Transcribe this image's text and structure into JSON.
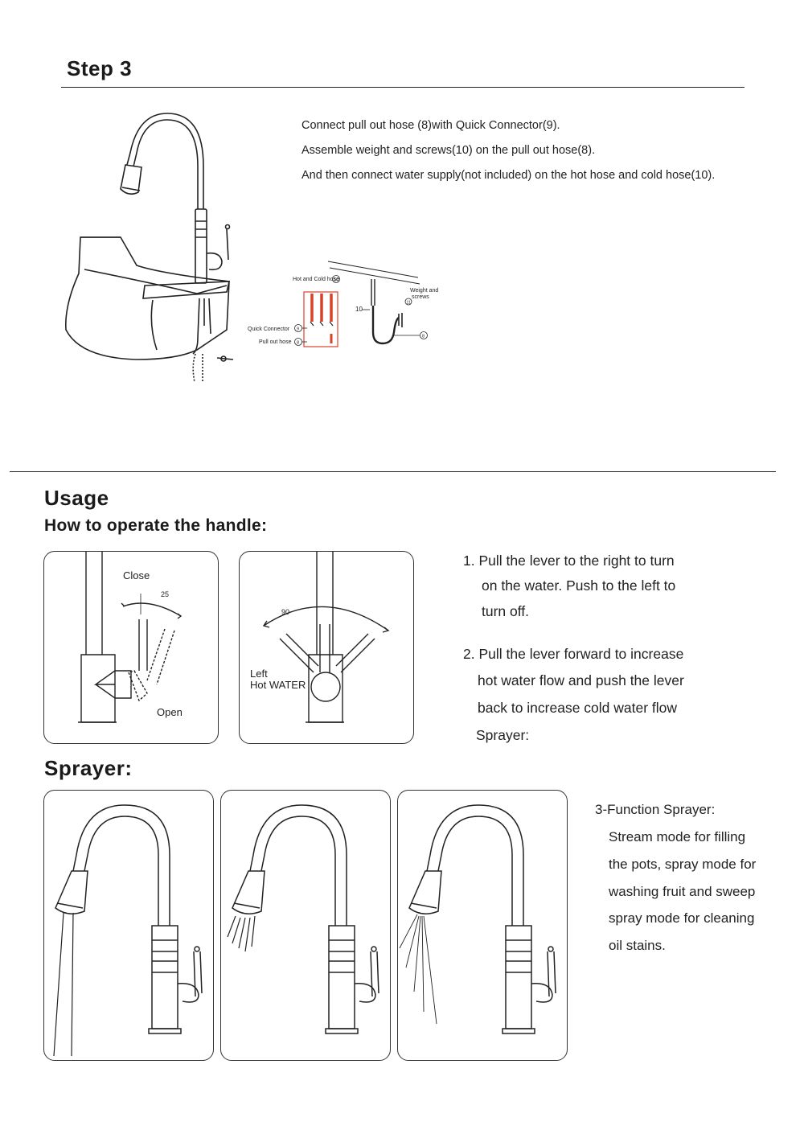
{
  "step3": {
    "title": "Step 3",
    "lines": [
      "Connect pull out hose (8)with Quick Connector(9).",
      "Assemble weight and screws(10) on the pull out hose(8).",
      "And then connect water supply(not included) on the hot hose and cold hose(10)."
    ],
    "diagram_labels": {
      "hot_cold_hose": "Hot and Cold hose",
      "hot_cold_num": "10",
      "quick_connector": "Quick Connector",
      "quick_connector_num": "9",
      "pull_out_hose": "Pull out hose",
      "pull_out_num": "8",
      "weight_screws_line1": "Weight and",
      "weight_screws_line2": "screws",
      "weight_num": "11",
      "callout_10": "10",
      "callout_8": "8"
    }
  },
  "usage": {
    "title": "Usage",
    "subtitle": "How to operate the handle:",
    "panel1": {
      "close": "Close",
      "angle": "25",
      "open": "Open"
    },
    "panel2": {
      "angle": "90",
      "left": "Left",
      "hot": "Hot WATER"
    },
    "instructions": [
      "1. Pull the lever to the right to turn",
      "on the water. Push to the left to",
      "turn off.",
      "2. Pull the lever forward to increase",
      "hot water flow and push the lever",
      "back to increase cold water flow",
      "Sprayer:"
    ]
  },
  "sprayer": {
    "title": "Sprayer:",
    "lines": [
      "3-Function Sprayer:",
      "Stream mode for filling",
      "the pots, spray mode for",
      "washing fruit and sweep",
      "spray mode for cleaning",
      "oil stains."
    ]
  },
  "colors": {
    "hose_red": "#d9412b",
    "line": "#222222"
  }
}
